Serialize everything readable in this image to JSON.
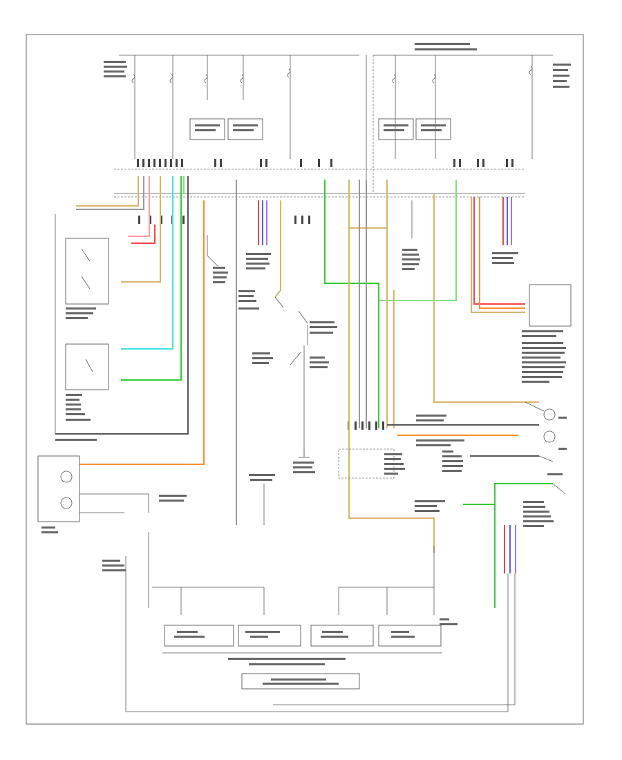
{
  "diagram": {
    "footer_code": "",
    "colors": {
      "frame": "#555555",
      "wire_orange": "#ff8c2a",
      "wire_tan": "#d8b46a",
      "wire_red": "#ff4040",
      "wire_pink": "#ff9aa0",
      "wire_green": "#33cc33",
      "wire_lightgreen": "#7ee07e",
      "wire_cyan": "#40e0e0",
      "wire_blue": "#5a5aff",
      "wire_violet": "#a070ff",
      "wire_gray": "#9a9a9a"
    },
    "components": [
      {
        "id": "left-headlight"
      },
      {
        "id": "combination-switch"
      },
      {
        "id": "fuse-relay-box-a"
      },
      {
        "id": "fuse-relay-box-b"
      },
      {
        "id": "fuse-relay-box-c"
      },
      {
        "id": "fuse-relay-box-d"
      },
      {
        "id": "connector-left"
      },
      {
        "id": "connector-center"
      },
      {
        "id": "connector-right"
      },
      {
        "id": "ground-left"
      },
      {
        "id": "ground-center"
      },
      {
        "id": "ground-right"
      },
      {
        "id": "headlight-relay"
      },
      {
        "id": "auto-light-sensor"
      },
      {
        "id": "right-headlight"
      },
      {
        "id": "daytime-running-light"
      },
      {
        "id": "parking-brake-switch"
      },
      {
        "id": "body-control-module"
      },
      {
        "id": "meter-control-unit"
      },
      {
        "id": "gauge-unit"
      },
      {
        "id": "lighting-module"
      },
      {
        "id": "module-e"
      }
    ]
  }
}
